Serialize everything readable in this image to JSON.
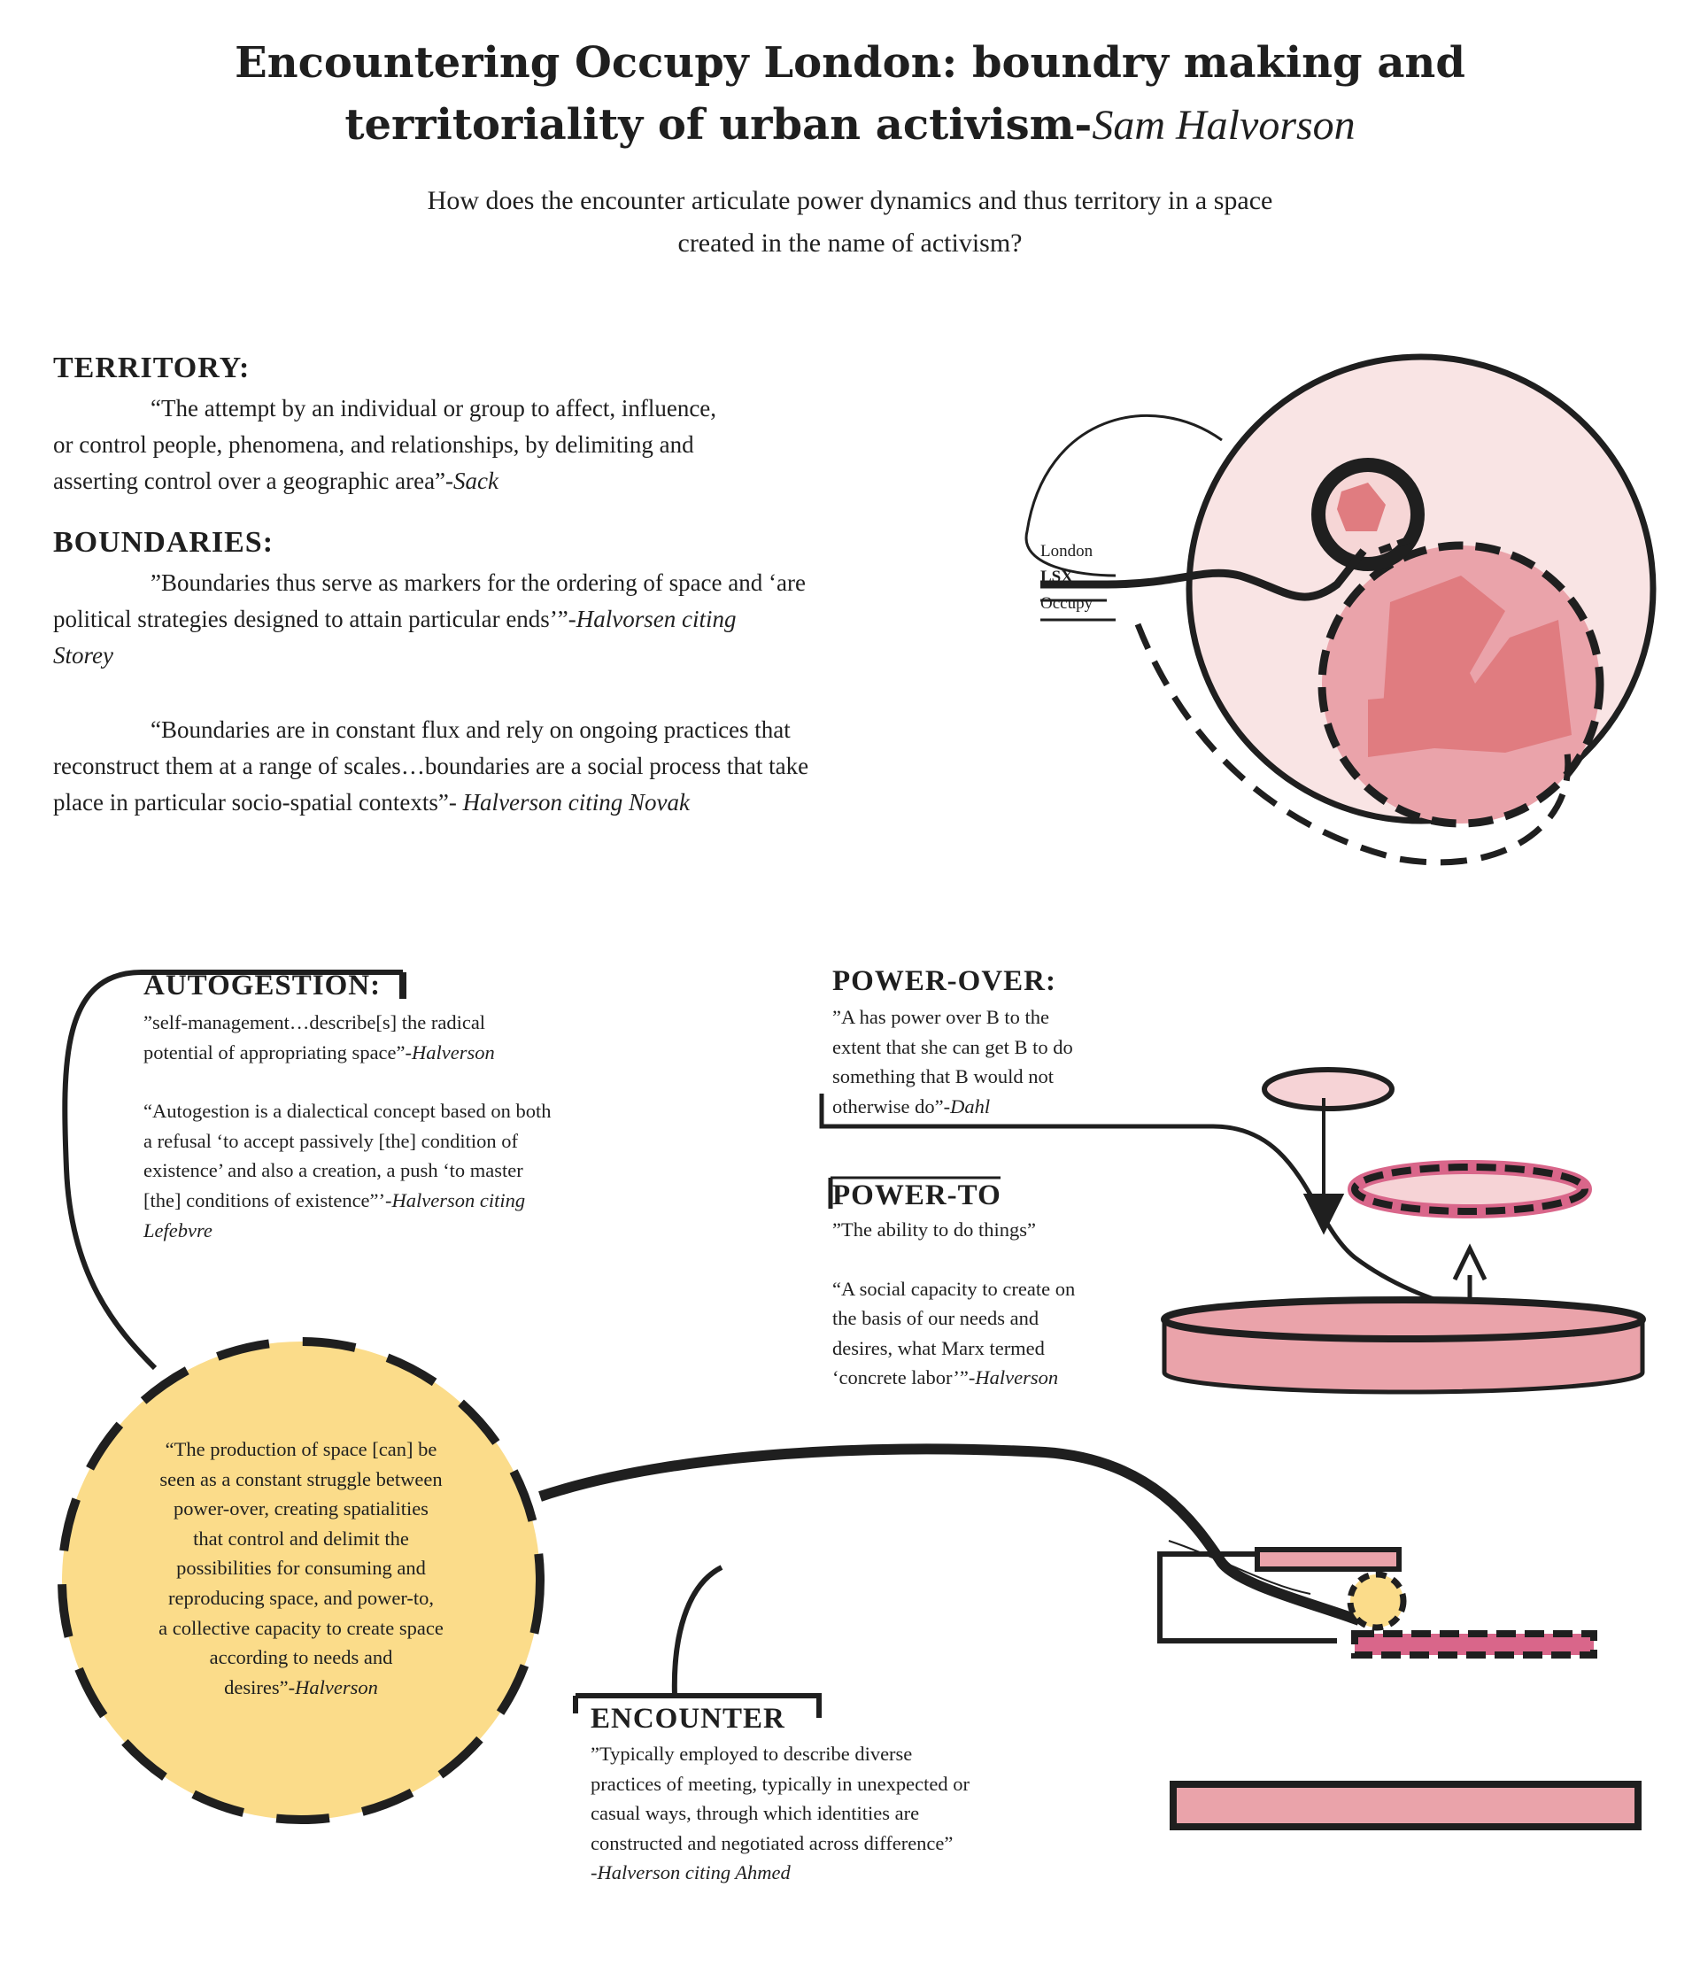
{
  "title": {
    "line1": "Encountering Occupy London: boundry making and",
    "line2": "territoriality of urban activism-",
    "author": "Sam Halvorson"
  },
  "question": {
    "line1": "How does the encounter articulate power dynamics and thus territory in a space",
    "line2": "created in the name of activism?"
  },
  "territory": {
    "heading": "TERRITORY:",
    "line1": "“The attempt by an individual or group to affect, influence,",
    "line2": "or control people, phenomena, and relationships, by delimiting and",
    "line3": "asserting control over a geographic area”-",
    "cite": "Sack"
  },
  "boundaries": {
    "heading": "BOUNDARIES:",
    "q1_line1": "”Boundaries thus serve as markers for the ordering of space and ‘are",
    "q1_line2": "political strategies designed to attain particular ends’”-",
    "q1_cite_a": "Halvorsen citing",
    "q1_cite_b": "Storey",
    "q2_line1": "“Boundaries are in constant flux and rely on ongoing practices that",
    "q2_line2": "reconstruct them at a range of scales…boundaries are a social process that take",
    "q2_line3": "place in particular socio-spatial contexts”- ",
    "q2_cite": "Halverson citing Novak"
  },
  "map_labels": {
    "london": "London",
    "lsx": "LSX",
    "occupy": "Occupy"
  },
  "autogestion": {
    "heading": "AUTOGESTION:",
    "q1_line1": "”self-management…describe[s] the radical",
    "q1_line2": "potential of appropriating space”-",
    "q1_cite": "Halverson",
    "q2_line1": "“Autogestion is a dialectical concept based on both",
    "q2_line2": "a refusal ‘to accept passively [the] condition of",
    "q2_line3": "existence’ and also a creation, a push ‘to master",
    "q2_line4": "[the] conditions of existence”’-",
    "q2_cite_a": "Halverson citing",
    "q2_cite_b": "Lefebvre"
  },
  "power_over": {
    "heading": "POWER-OVER:",
    "line1": "”A has power over B to the",
    "line2": "extent that she can get B to do",
    "line3": "something that B would not",
    "line4": "otherwise do”-",
    "cite": "Dahl"
  },
  "power_to": {
    "heading": "POWER-TO",
    "q1": "”The ability to do things”",
    "line1": "“A social capacity to create on",
    "line2": "the basis of our needs and",
    "line3": "desires, what Marx termed",
    "line4": "‘concrete labor’”-",
    "cite": "Halverson"
  },
  "production_quote": {
    "line1": "“The production of space [can] be",
    "line2": "seen as a constant struggle between",
    "line3": "power-over, creating spatialities",
    "line4": "that control and delimit the",
    "line5": "possibilities for consuming and",
    "line6": "reproducing space, and power-to,",
    "line7": "a collective capacity to create space",
    "line8": "according to needs and",
    "line9": "desires”-",
    "cite": "Halverson"
  },
  "encounter": {
    "heading": "ENCOUNTER",
    "line1": "”Typically employed to describe diverse",
    "line2": "practices of meeting, typically in unexpected or",
    "line3": "casual ways, through which identities are",
    "line4": "constructed and negotiated across difference”",
    "cite": "-Halverson citing Ahmed"
  },
  "colors": {
    "pink_light": "#f9e4e4",
    "pink_mid": "#eaa3aa",
    "pink_dark": "#e07c80",
    "magenta": "#d9668a",
    "yellow": "#fbdc8a",
    "ink": "#1f1f1f"
  }
}
